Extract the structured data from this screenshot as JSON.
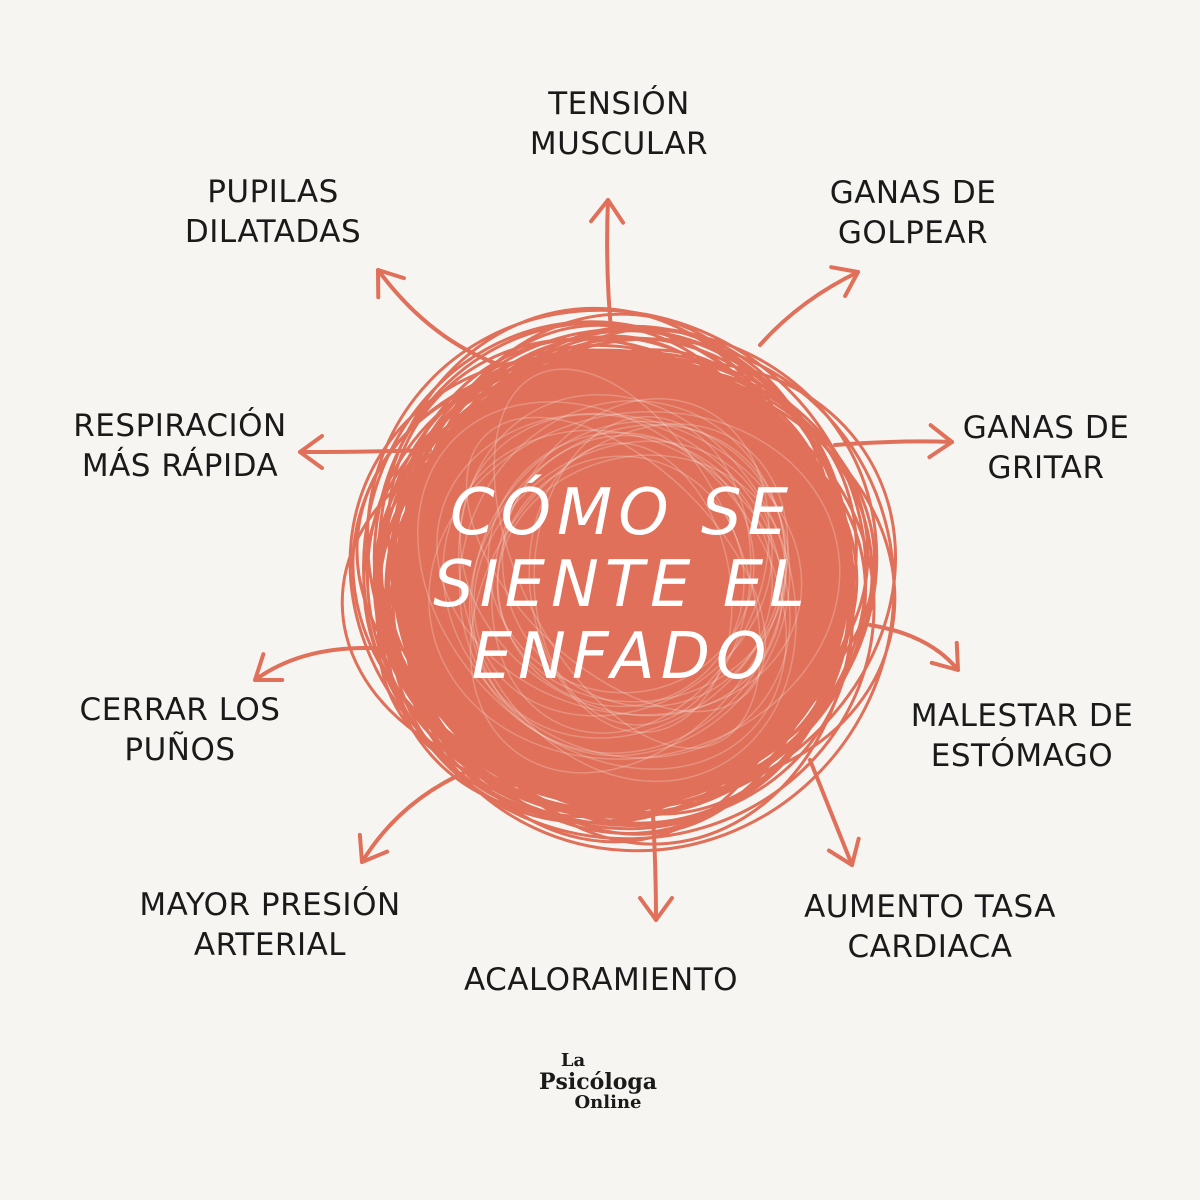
{
  "center": {
    "lines": [
      "CÓMO SE",
      "SIENTE EL",
      "ENFADO"
    ]
  },
  "symptoms": [
    {
      "id": "tension-muscular",
      "lines": [
        "TENSIÓN",
        "MUSCULAR"
      ]
    },
    {
      "id": "ganas-de-golpear",
      "lines": [
        "GANAS DE",
        "GOLPEAR"
      ]
    },
    {
      "id": "ganas-de-gritar",
      "lines": [
        "GANAS DE",
        "GRITAR"
      ]
    },
    {
      "id": "malestar-de-estomago",
      "lines": [
        "MALESTAR DE",
        "ESTÓMAGO"
      ]
    },
    {
      "id": "aumento-tasa-cardiaca",
      "lines": [
        "AUMENTO TASA",
        "CARDIACA"
      ]
    },
    {
      "id": "acaloramiento",
      "lines": [
        "ACALORAMIENTO"
      ]
    },
    {
      "id": "mayor-presion-arterial",
      "lines": [
        "MAYOR PRESIÓN",
        "ARTERIAL"
      ]
    },
    {
      "id": "cerrar-los-punos",
      "lines": [
        "CERRAR LOS",
        "PUÑOS"
      ]
    },
    {
      "id": "respiracion-mas-rapida",
      "lines": [
        "RESPIRACIÓN",
        "MÁS RÁPIDA"
      ]
    },
    {
      "id": "pupilas-dilatadas",
      "lines": [
        "PUPILAS",
        "DILATADAS"
      ]
    }
  ],
  "logo": {
    "line1": "La",
    "line2": "Psicóloga",
    "line3": "Online"
  },
  "colors": {
    "background": "#f7f5f1",
    "accent": "#e07059",
    "text": "#1a1a1a",
    "center_text": "#ffffff"
  }
}
